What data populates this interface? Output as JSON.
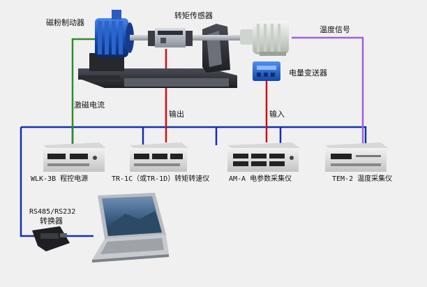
{
  "diagram": {
    "labels": {
      "brake": "磁粉制动器",
      "torque_sensor": "转矩传感器",
      "temperature_signal": "温度信号",
      "power_transmitter": "电量变送器",
      "excitation_current": "激磁电流",
      "output": "输出",
      "input": "输入",
      "power_supply": "WLK-3B 程控电源",
      "speed_meter": "TR-1C（或TR-1D）转矩转速仪",
      "power_collector": "AM-A 电参数采集仪",
      "temp_collector": "TEM-2 温度采集仪",
      "converter_line1": "RS485/RS232",
      "converter_line2": "转换器"
    },
    "colors": {
      "background": "#f0f0f0",
      "bus_line": "#1133aa",
      "excitation_line": "#2e8b2e",
      "signal_line": "#cc1111",
      "temperature_line": "#a060e0",
      "brake_body": "#1a4fb0",
      "transmitter": "#1f5fc8",
      "instrument": "#e6e6e6"
    }
  }
}
